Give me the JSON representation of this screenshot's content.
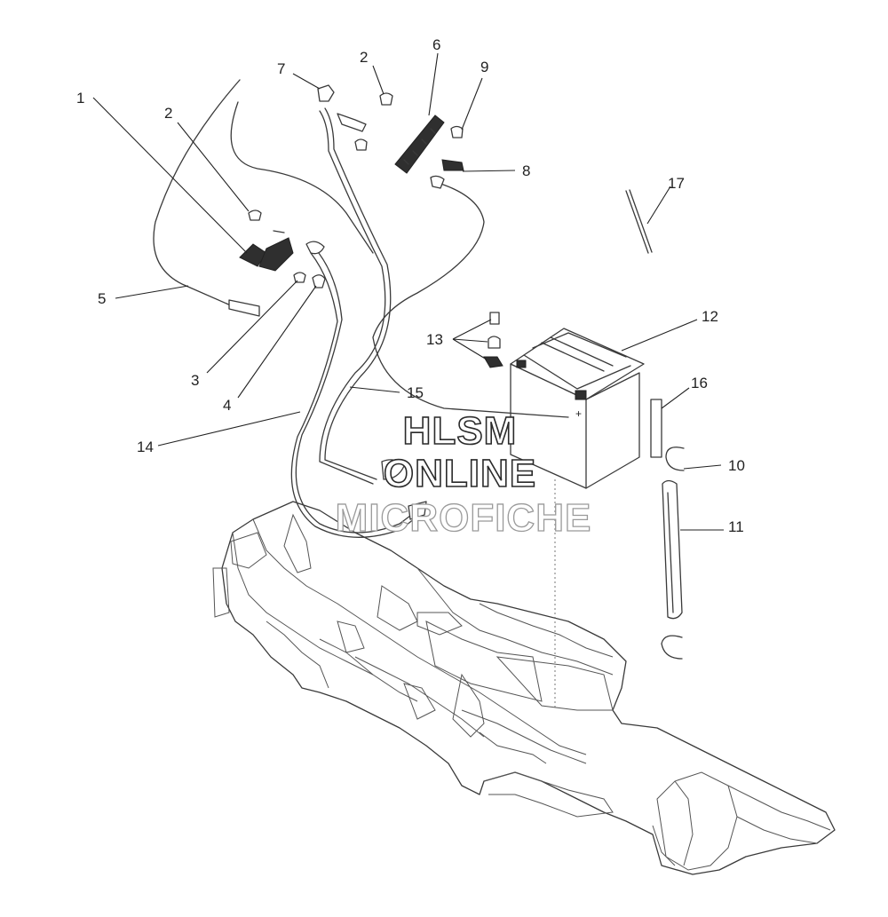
{
  "callouts": [
    {
      "id": "c1",
      "label": "1"
    },
    {
      "id": "c2a",
      "label": "2"
    },
    {
      "id": "c2b",
      "label": "2"
    },
    {
      "id": "c3",
      "label": "3"
    },
    {
      "id": "c4",
      "label": "4"
    },
    {
      "id": "c5",
      "label": "5"
    },
    {
      "id": "c6",
      "label": "6"
    },
    {
      "id": "c7",
      "label": "7"
    },
    {
      "id": "c8",
      "label": "8"
    },
    {
      "id": "c9",
      "label": "9"
    },
    {
      "id": "c10",
      "label": "10"
    },
    {
      "id": "c11",
      "label": "11"
    },
    {
      "id": "c12",
      "label": "12"
    },
    {
      "id": "c13",
      "label": "13"
    },
    {
      "id": "c14",
      "label": "14"
    },
    {
      "id": "c15",
      "label": "15"
    },
    {
      "id": "c16",
      "label": "16"
    },
    {
      "id": "c17",
      "label": "17"
    }
  ],
  "watermark": {
    "line1": "HLSM",
    "line2": "ONLINE",
    "line3": "MICROFICHE"
  }
}
